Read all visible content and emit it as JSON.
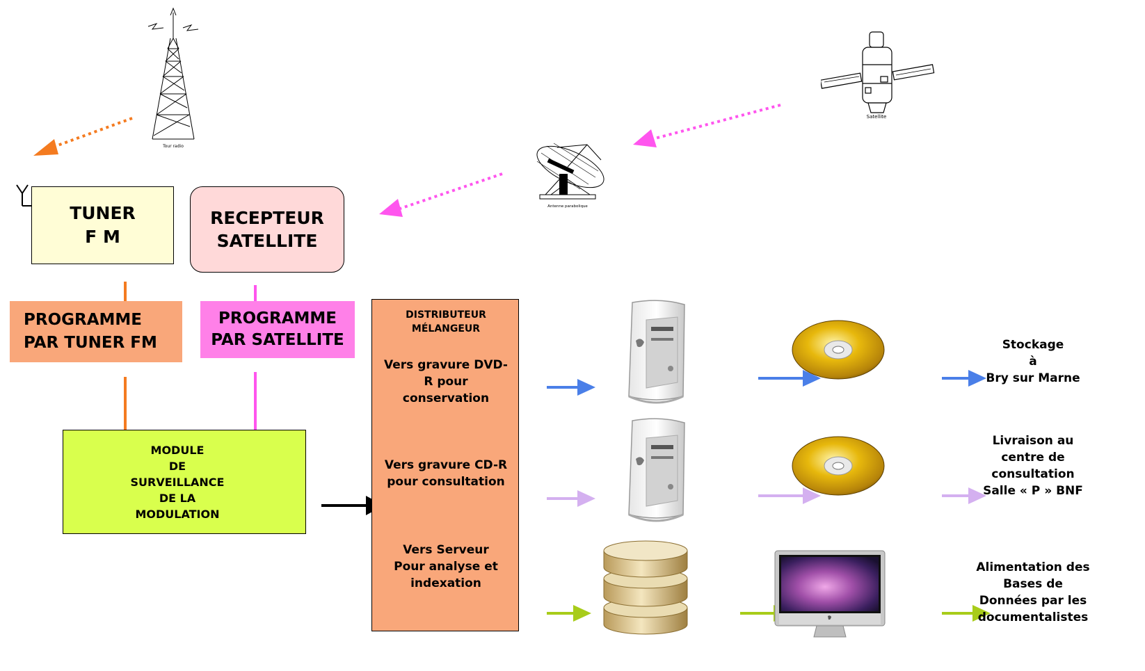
{
  "icons": {
    "radio_tower_caption": "Tour radio",
    "satellite_caption": "Satellite",
    "dish_caption": "Antenne parabolique"
  },
  "boxes": {
    "tuner": [
      "TUNER",
      "F M"
    ],
    "receiver": [
      "RECEPTEUR",
      "SATELLITE"
    ],
    "prog_fm": [
      "PROGRAMME",
      "PAR TUNER FM"
    ],
    "prog_sat": [
      "PROGRAMME",
      "PAR SATELLITE"
    ],
    "module": [
      "MODULE",
      "DE",
      "SURVEILLANCE",
      "DE LA",
      "MODULATION"
    ]
  },
  "distributor": {
    "title": [
      "DISTRIBUTEUR",
      "MÉLANGEUR"
    ],
    "out_dvd": [
      "Vers gravure DVD-",
      "R pour",
      "conservation"
    ],
    "out_cd": [
      "Vers gravure CD-R",
      "pour consultation"
    ],
    "out_server": [
      "Vers Serveur",
      "Pour analyse et",
      "indexation"
    ]
  },
  "destinations": {
    "storage": [
      "Stockage",
      "à",
      "Bry sur Marne"
    ],
    "delivery": [
      "Livraison au",
      "centre de",
      "consultation",
      "Salle « P » BNF"
    ],
    "feed": [
      "Alimentation des",
      "Bases de",
      "Données par les",
      "documentalistes"
    ]
  },
  "colors": {
    "orange": "#f47b20",
    "magenta": "#ff55ee",
    "blue": "#4a7fe8",
    "lavender": "#d4b0f0",
    "green": "#a8cc1a",
    "tuner_fill": "#fffdd6",
    "receiver_fill": "#ffd9d9",
    "prog_fm_fill": "#f9a77a",
    "prog_sat_fill": "#ff80e8",
    "module_fill": "#d9ff4d",
    "distributor_fill": "#f9a77a"
  }
}
